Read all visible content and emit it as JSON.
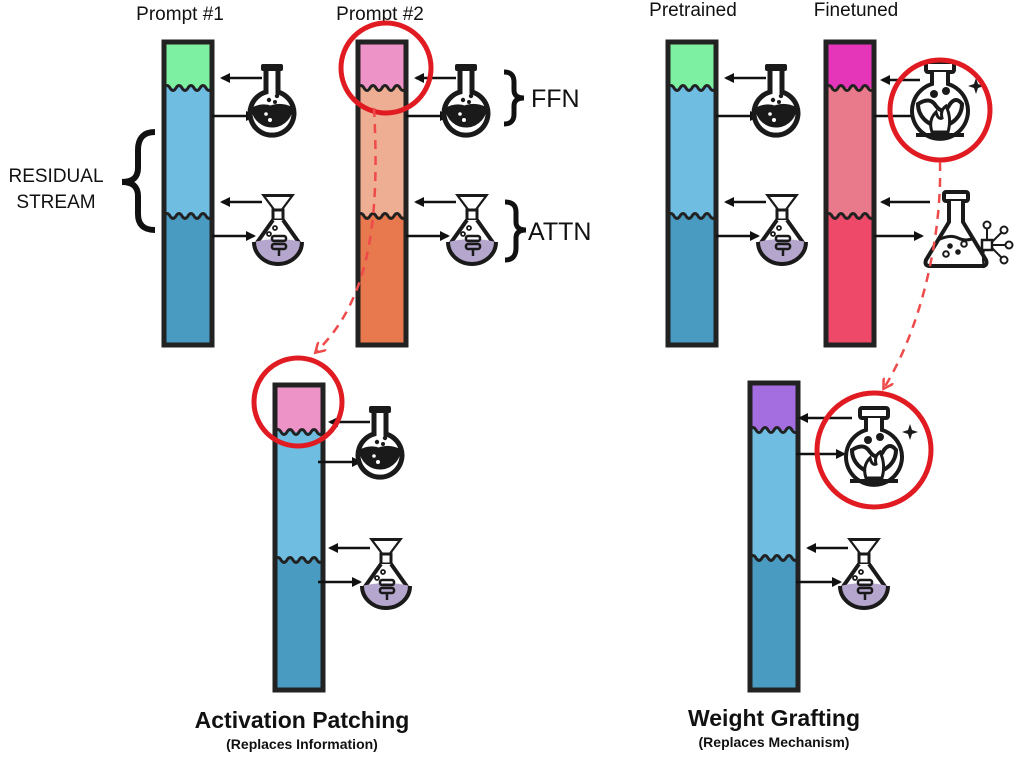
{
  "figure": {
    "left_panel": {
      "columns": [
        {
          "title": "Prompt #1",
          "segments": [
            "#7EF0A2",
            "#6FBDE0",
            "#4A9BC2"
          ]
        },
        {
          "title": "Prompt #2",
          "segments": [
            "#EE93C8",
            "#EEAE93",
            "#E8784E"
          ]
        }
      ],
      "residual_label": [
        "RESIDUAL",
        "STREAM"
      ],
      "ffn_label": "FFN",
      "attn_label": "ATTN",
      "result_column": {
        "segments": [
          "#EE93C8",
          "#6FBDE0",
          "#4A9BC2"
        ]
      },
      "caption": "Activation Patching",
      "subcaption": "(Replaces Information)"
    },
    "right_panel": {
      "columns": [
        {
          "title": "Pretrained",
          "segments": [
            "#7EF0A2",
            "#6FBDE0",
            "#4A9BC2"
          ]
        },
        {
          "title": "Finetuned",
          "segments": [
            "#E535B8",
            "#E87A8C",
            "#EE4968"
          ]
        }
      ],
      "result_column": {
        "segments": [
          "#A46DE0",
          "#6FBDE0",
          "#4A9BC2"
        ]
      },
      "caption": "Weight Grafting",
      "subcaption": "(Replaces Mechanism)"
    },
    "colors": {
      "highlight_circle": "#E01B22",
      "dashed_arrow": "#EF4A4A",
      "outline": "#222222",
      "attn_liquid": "#B4A6CC"
    },
    "icons": {
      "ffn": "round-flask-icon",
      "attn": "funnel-flask-icon",
      "finetuned_ffn": "heated-flask-icon",
      "finetuned_attn": "network-flask-icon"
    }
  }
}
